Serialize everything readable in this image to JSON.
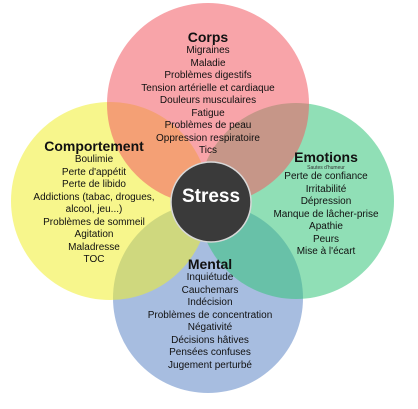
{
  "colors": {
    "corps": "#f25a63",
    "comportement": "#f0ee2e",
    "emotions": "#35c47a",
    "mental": "#5f86c6",
    "stress": "#3a3a3a"
  },
  "center": {
    "label": "Stress"
  },
  "corps": {
    "title": "Corps",
    "items": [
      "Migraines",
      "Maladie",
      "Problèmes digestifs",
      "Tension artérielle et cardiaque",
      "Douleurs musculaires",
      "Fatigue",
      "Problèmes de peau",
      "Oppression respiratoire",
      "Tics"
    ]
  },
  "comportement": {
    "title": "Comportement",
    "items": [
      "Boulimie",
      "Perte d'appétit",
      "Perte de libido",
      "Addictions (tabac, drogues,",
      "alcool, jeu...)",
      "Problèmes de sommeil",
      "Agitation",
      "Maladresse",
      "TOC"
    ]
  },
  "emotions": {
    "title": "Emotions",
    "subtitle": "Sautes d'humeur",
    "items": [
      "Perte de confiance",
      "Irritabilité",
      "Dépression",
      "Manque de lâcher-prise",
      "Apathie",
      "Peurs",
      "Mise à l'écart"
    ]
  },
  "mental": {
    "title": "Mental",
    "items": [
      "Inquiétude",
      "Cauchemars",
      "Indécision",
      "Problèmes de concentration",
      "Négativité",
      "Décisions hâtives",
      "Pensées confuses",
      "Jugement perturbé"
    ]
  }
}
